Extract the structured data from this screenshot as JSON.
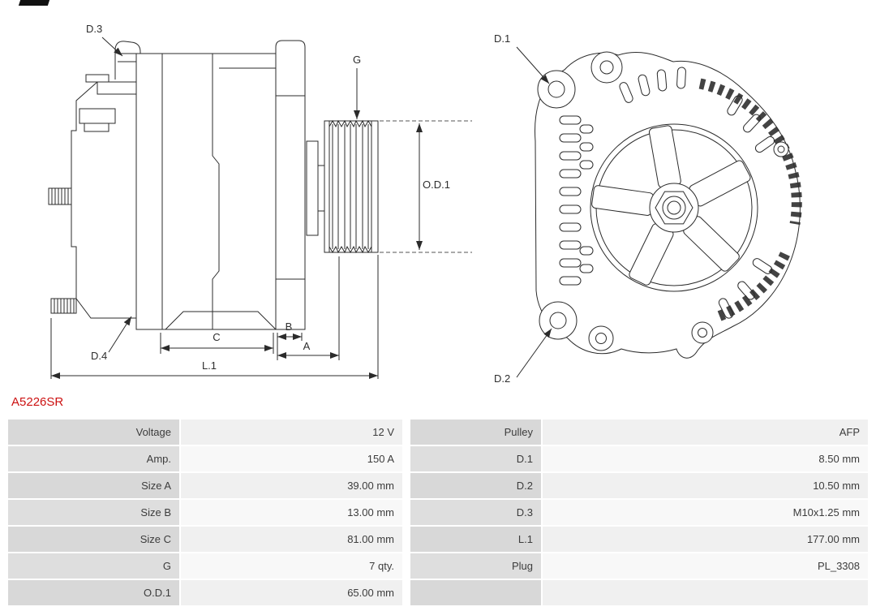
{
  "header": {
    "product_code": "A5226SR"
  },
  "colors": {
    "accent_red": "#cc1111",
    "label_cell_bg": "#d8d8d8",
    "value_cell_bg": "#f0f0f0",
    "line_color": "#2b2b2b"
  },
  "drawing": {
    "labels": {
      "d1": "D.1",
      "d2": "D.2",
      "d3": "D.3",
      "d4": "D.4",
      "g": "G",
      "od1": "O.D.1",
      "a": "A",
      "b": "B",
      "c": "C",
      "l1": "L.1"
    }
  },
  "spec_table": {
    "rows": [
      {
        "left_label": "Voltage",
        "left_value": "12 V",
        "right_label": "Pulley",
        "right_value": "AFP"
      },
      {
        "left_label": "Amp.",
        "left_value": "150 A",
        "right_label": "D.1",
        "right_value": "8.50 mm"
      },
      {
        "left_label": "Size A",
        "left_value": "39.00 mm",
        "right_label": "D.2",
        "right_value": "10.50 mm"
      },
      {
        "left_label": "Size B",
        "left_value": "13.00 mm",
        "right_label": "D.3",
        "right_value": "M10x1.25 mm"
      },
      {
        "left_label": "Size C",
        "left_value": "81.00 mm",
        "right_label": "L.1",
        "right_value": "177.00 mm"
      },
      {
        "left_label": "G",
        "left_value": "7 qty.",
        "right_label": "Plug",
        "right_value": "PL_3308"
      },
      {
        "left_label": "O.D.1",
        "left_value": "65.00 mm",
        "right_label": "",
        "right_value": ""
      }
    ]
  }
}
